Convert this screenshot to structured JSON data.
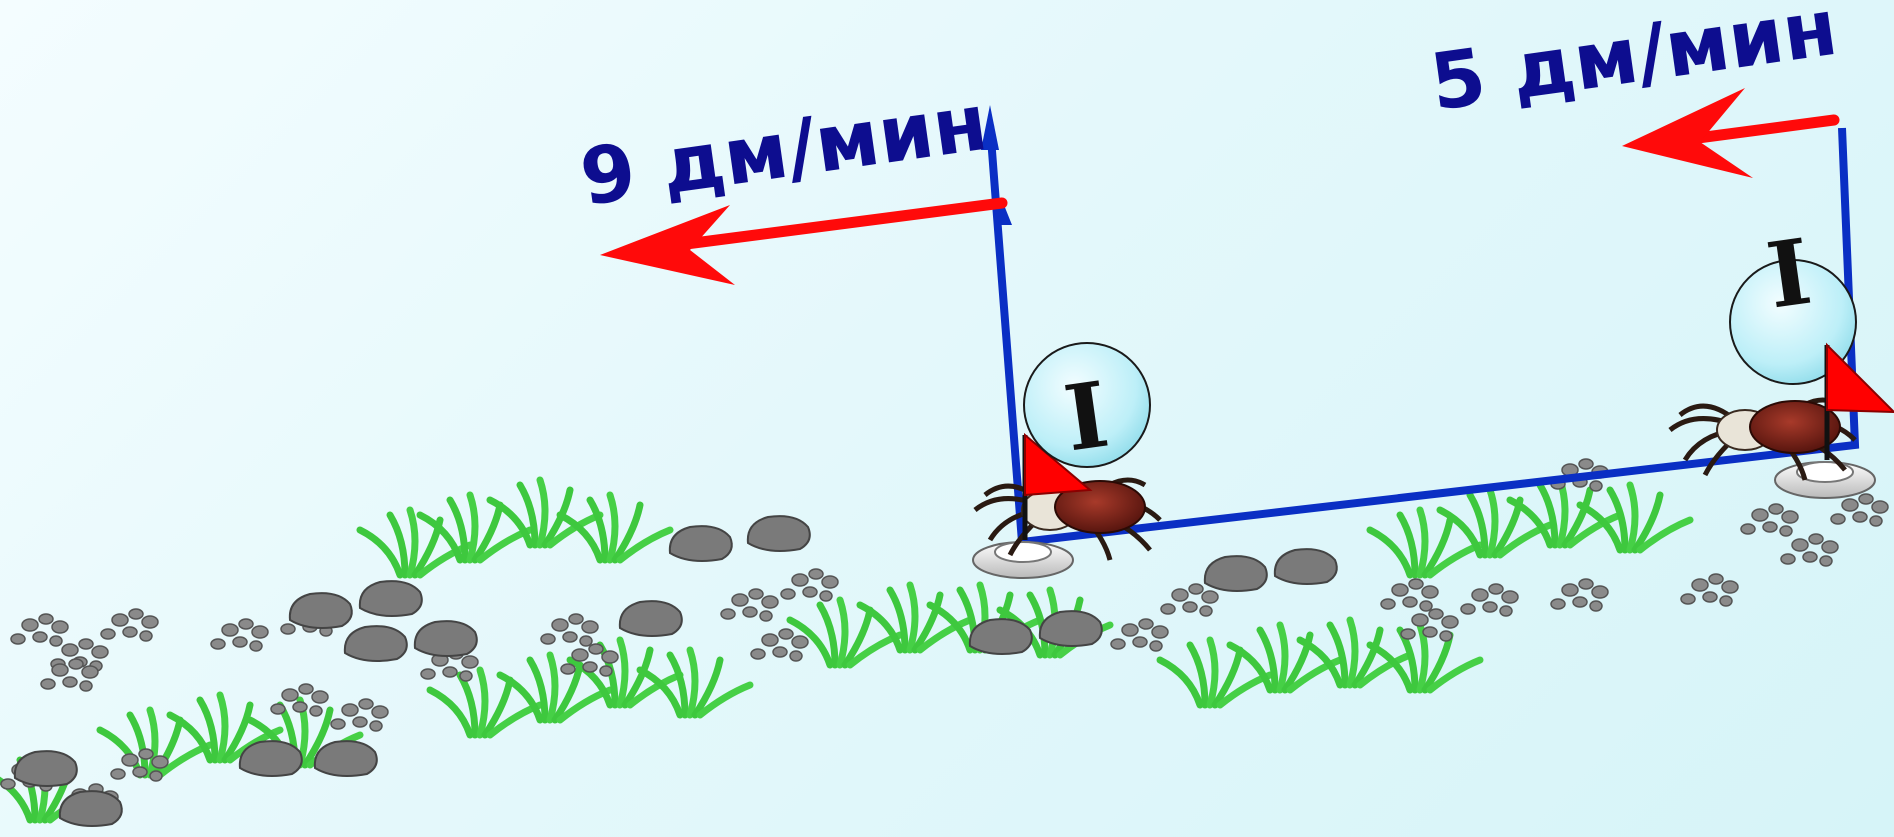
{
  "speeds": {
    "left": "9 дм/мин",
    "right": "5 дм/мин"
  },
  "spiders": {
    "left": {
      "label": "I"
    },
    "right": {
      "label": "I"
    }
  },
  "colors": {
    "speed_text": "#0d0d8f",
    "arrow": "#ff0a0a",
    "track": "#0a2fc4",
    "bubble": "#c8f3fb",
    "flag": "#ff0000",
    "grass": "#3ec83e",
    "stone": "#7a7a7a"
  }
}
